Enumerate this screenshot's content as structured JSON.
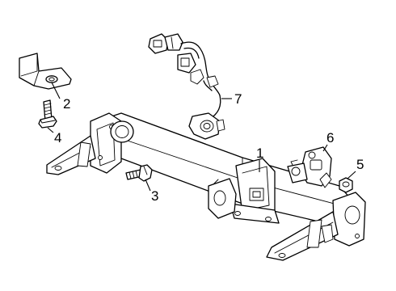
{
  "callouts": [
    {
      "id": "callout-1",
      "number": "1"
    },
    {
      "id": "callout-2",
      "number": "2"
    },
    {
      "id": "callout-3",
      "number": "3"
    },
    {
      "id": "callout-4",
      "number": "4"
    },
    {
      "id": "callout-5",
      "number": "5"
    },
    {
      "id": "callout-6",
      "number": "6"
    },
    {
      "id": "callout-7",
      "number": "7"
    }
  ]
}
